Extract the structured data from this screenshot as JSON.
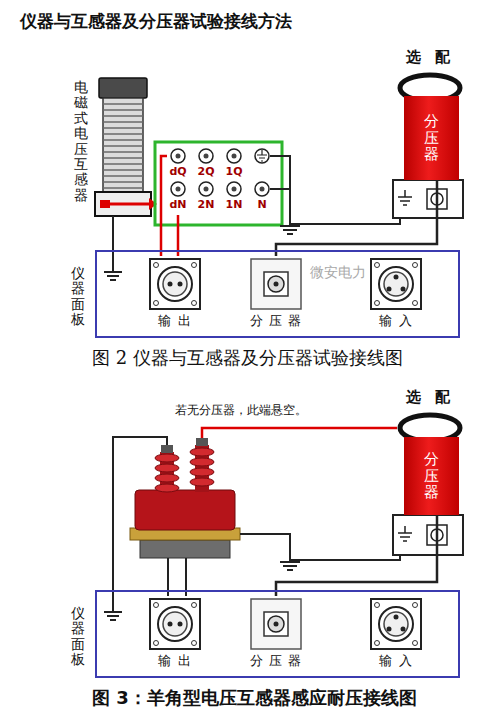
{
  "diagram": {
    "title": "仪器与互感器及分压器试验接线方法",
    "nodes": [
      {
        "text": [
          "选 配"
        ]
      },
      {
        "text": [
          "分压器"
        ]
      },
      {
        "text": [
          "dQ"
        ]
      },
      {
        "text": [
          "2Q"
        ]
      },
      {
        "text": [
          "1Q"
        ]
      },
      {
        "text": [
          "dN"
        ]
      },
      {
        "text": [
          "2N"
        ]
      },
      {
        "text": [
          "1N"
        ]
      },
      {
        "text": [
          "N"
        ]
      },
      {
        "text": [
          "仪器面板"
        ]
      },
      {
        "text": [
          "输 出"
        ],
        "in": 9
      },
      {
        "text": [
          "分 压 器"
        ],
        "in": 9
      },
      {
        "text": [
          "输 入"
        ],
        "in": 9
      },
      {
        "text": [
          "选 配"
        ]
      },
      {
        "text": [
          "分压器"
        ]
      },
      {
        "text": [
          "仪器面板"
        ]
      },
      {
        "text": [
          "输 出"
        ],
        "in": 15
      },
      {
        "text": [
          "分 压 器"
        ],
        "in": 15
      },
      {
        "text": [
          "输 入"
        ],
        "in": 15
      }
    ],
    "edges": [
      {
        "from": 2,
        "to": 10,
        "arrow": "none"
      },
      {
        "from": 5,
        "to": 10,
        "arrow": "none"
      },
      {
        "from": 1,
        "to": 11,
        "arrow": "none"
      },
      {
        "from": 14,
        "to": 17,
        "arrow": "none"
      }
    ],
    "labels": [
      "电磁式电压互感器",
      "微安电力",
      "图 2 仪器与互感器及分压器试验接线图",
      "若无分压器，此端悬空。",
      "图 3：羊角型电压互感器感应耐压接线图"
    ]
  }
}
